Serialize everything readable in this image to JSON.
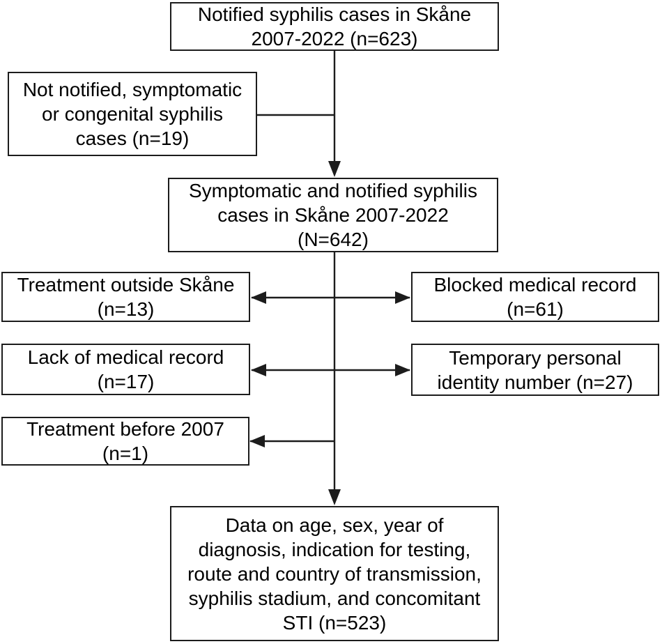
{
  "figure": {
    "type": "flowchart",
    "colors": {
      "border": "#1c1c1c",
      "line": "#1c1c1c",
      "text": "#000000",
      "background": "#ffffff"
    },
    "nodes": {
      "notified": {
        "lines": [
          "Notified syphilis cases in Skåne",
          "2007-2022 (n=623)"
        ],
        "n": 623
      },
      "not_notified": {
        "lines": [
          "Not notified, symptomatic",
          "or congenital syphilis",
          "cases (n=19)"
        ],
        "n": 19
      },
      "symptomatic": {
        "lines": [
          "Symptomatic and notified syphilis",
          "cases in Skåne 2007-2022",
          "(N=642)"
        ],
        "n": 642
      },
      "treatment_outside": {
        "lines": [
          "Treatment outside Skåne",
          "(n=13)"
        ],
        "n": 13
      },
      "blocked_record": {
        "lines": [
          "Blocked medical record",
          "(n=61)"
        ],
        "n": 61
      },
      "lack_of_record": {
        "lines": [
          "Lack of medical record",
          "(n=17)"
        ],
        "n": 17
      },
      "temporary_id": {
        "lines": [
          "Temporary personal",
          "identity number (n=27)"
        ],
        "n": 27
      },
      "treatment_before": {
        "lines": [
          "Treatment before 2007",
          "(n=1)"
        ],
        "n": 1
      },
      "final_data": {
        "lines": [
          "Data on age, sex, year of",
          "diagnosis, indication for testing,",
          "route and country of transmission,",
          "syphilis stadium, and concomitant",
          "STI (n=523)"
        ],
        "n": 523
      }
    }
  }
}
